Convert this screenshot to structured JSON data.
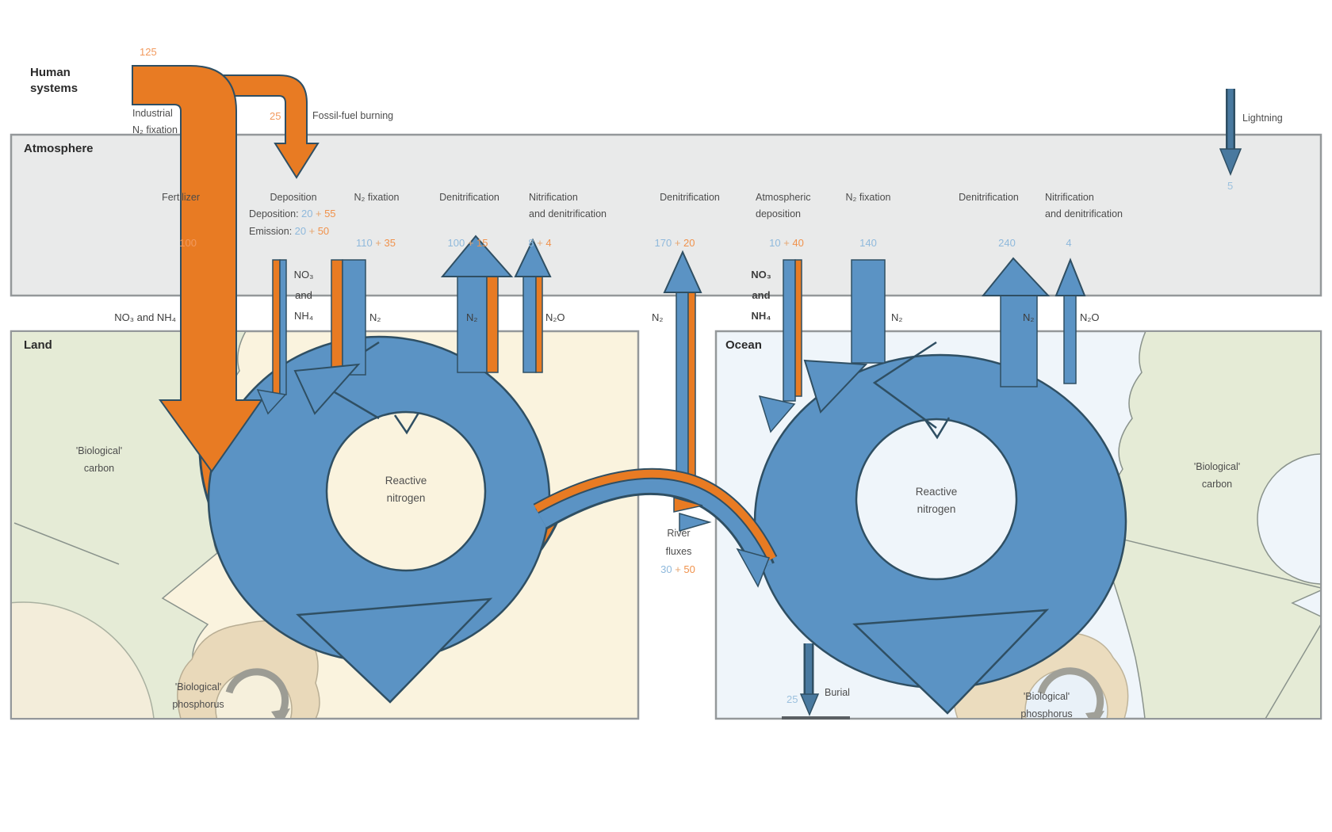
{
  "plus": "+",
  "human": {
    "l1": "Human",
    "l2": "systems"
  },
  "flows_top": {
    "industrial_value": "125",
    "industrial_l1": "Industrial",
    "industrial_l2": "N₂ fixation",
    "fossil_value": "25",
    "fossil_label": "Fossil-fuel burning"
  },
  "lightning": {
    "label": "Lightning",
    "value": "5"
  },
  "boxes": {
    "atmosphere": "Atmosphere",
    "land": "Land",
    "ocean": "Ocean"
  },
  "atm": {
    "fertilizer": {
      "label": "Fertilizer",
      "value": "100",
      "species": "NO₃ and NH₄"
    },
    "deposition": {
      "label": "Deposition",
      "dep_label": "Deposition:",
      "dep_blue": "20",
      "dep_orange": "55",
      "em_label": "Emission:",
      "em_blue": "20",
      "em_orange": "50",
      "sp1": "NO₃",
      "sp2": "and",
      "sp3": "NH₄"
    },
    "n2fix_land": {
      "label": "N₂ fixation",
      "blue": "110",
      "orange": "35",
      "species": "N₂"
    },
    "denit_land": {
      "label": "Denitrification",
      "blue": "100",
      "orange": "15",
      "species": "N₂"
    },
    "nitrif_land": {
      "l1": "Nitrification",
      "l2": "and denitrification",
      "blue": "8",
      "orange": "4",
      "species": "N₂O"
    },
    "denit_mid": {
      "label": "Denitrification",
      "blue": "170",
      "orange": "20",
      "species": "N₂"
    },
    "atm_dep": {
      "l1": "Atmospheric",
      "l2": "deposition",
      "blue": "10",
      "orange": "40",
      "sp1": "NO₃",
      "sp2": "and",
      "sp3": "NH₄"
    },
    "n2fix_ocean": {
      "label": "N₂ fixation",
      "value": "140",
      "species": "N₂"
    },
    "denit_ocean": {
      "label": "Denitrification",
      "value": "240",
      "species": "N₂"
    },
    "nitrif_ocean": {
      "l1": "Nitrification",
      "l2": "and denitrification",
      "value": "4",
      "species": "N₂O"
    }
  },
  "land": {
    "reactive_l1": "Reactive",
    "reactive_l2": "nitrogen",
    "bio_carbon_l1": "'Biological'",
    "bio_carbon_l2": "carbon",
    "bio_phos_l1": "'Biological'",
    "bio_phos_l2": "phosphorus"
  },
  "ocean": {
    "reactive_l1": "Reactive",
    "reactive_l2": "nitrogen",
    "bio_carbon_l1": "'Biological'",
    "bio_carbon_l2": "carbon",
    "bio_phos_l1": "'Biological'",
    "bio_phos_l2": "phosphorus",
    "burial_label": "Burial",
    "burial_value": "25"
  },
  "river": {
    "l1": "River",
    "l2": "fluxes",
    "blue": "30",
    "orange": "50"
  }
}
